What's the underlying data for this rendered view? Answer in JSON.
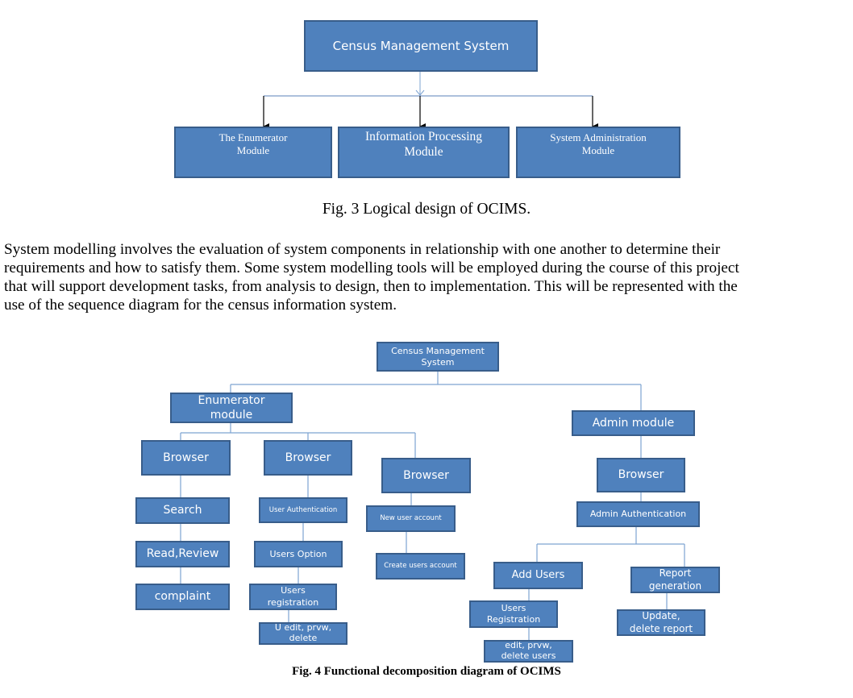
{
  "figure3": {
    "root": "Census Management System",
    "children": [
      "The Enumerator\nModule",
      "Information Processing\nModule",
      "System Administration\nModule"
    ],
    "caption": "Fig. 3 Logical design of OCIMS."
  },
  "paragraph": {
    "lines": [
      "System modelling involves the evaluation of system components in relationship with one another to determine their",
      "requirements and how to satisfy them. Some system modelling tools will be employed during the course of this project",
      "that will support development tasks, from analysis to design, then to implementation. This will be represented with the",
      "use of the sequence diagram for the census information system."
    ]
  },
  "figure4": {
    "root": "Census Management\nSystem",
    "enumerator_module": "Enumerator\nmodule",
    "admin_module": "Admin module",
    "enumerator_branches": [
      {
        "browser": "Browser",
        "items": [
          "Search",
          "Read,Review",
          "complaint"
        ]
      },
      {
        "browser": "Browser",
        "items": [
          "User Authentication",
          "Users Option",
          "Users\nregistration",
          "U  edit, prvw,\ndelete"
        ]
      },
      {
        "browser": "Browser",
        "items": [
          "New user account",
          "Create users  account"
        ]
      }
    ],
    "admin_branch": {
      "browser": "Browser",
      "authentication": "Admin Authentication",
      "add_users": {
        "label": "Add Users",
        "items": [
          "Users\nRegistration",
          "edit, prvw,\ndelete users"
        ]
      },
      "report": {
        "label": "Report\ngeneration",
        "items": [
          "Update,\ndelete report"
        ]
      }
    },
    "caption": "Fig. 4 Functional decomposition diagram of OCIMS"
  },
  "colors": {
    "box_fill": "#4f81bd",
    "box_border": "#385d8a",
    "connector": "#7da3d1",
    "arrow": "#000000"
  }
}
